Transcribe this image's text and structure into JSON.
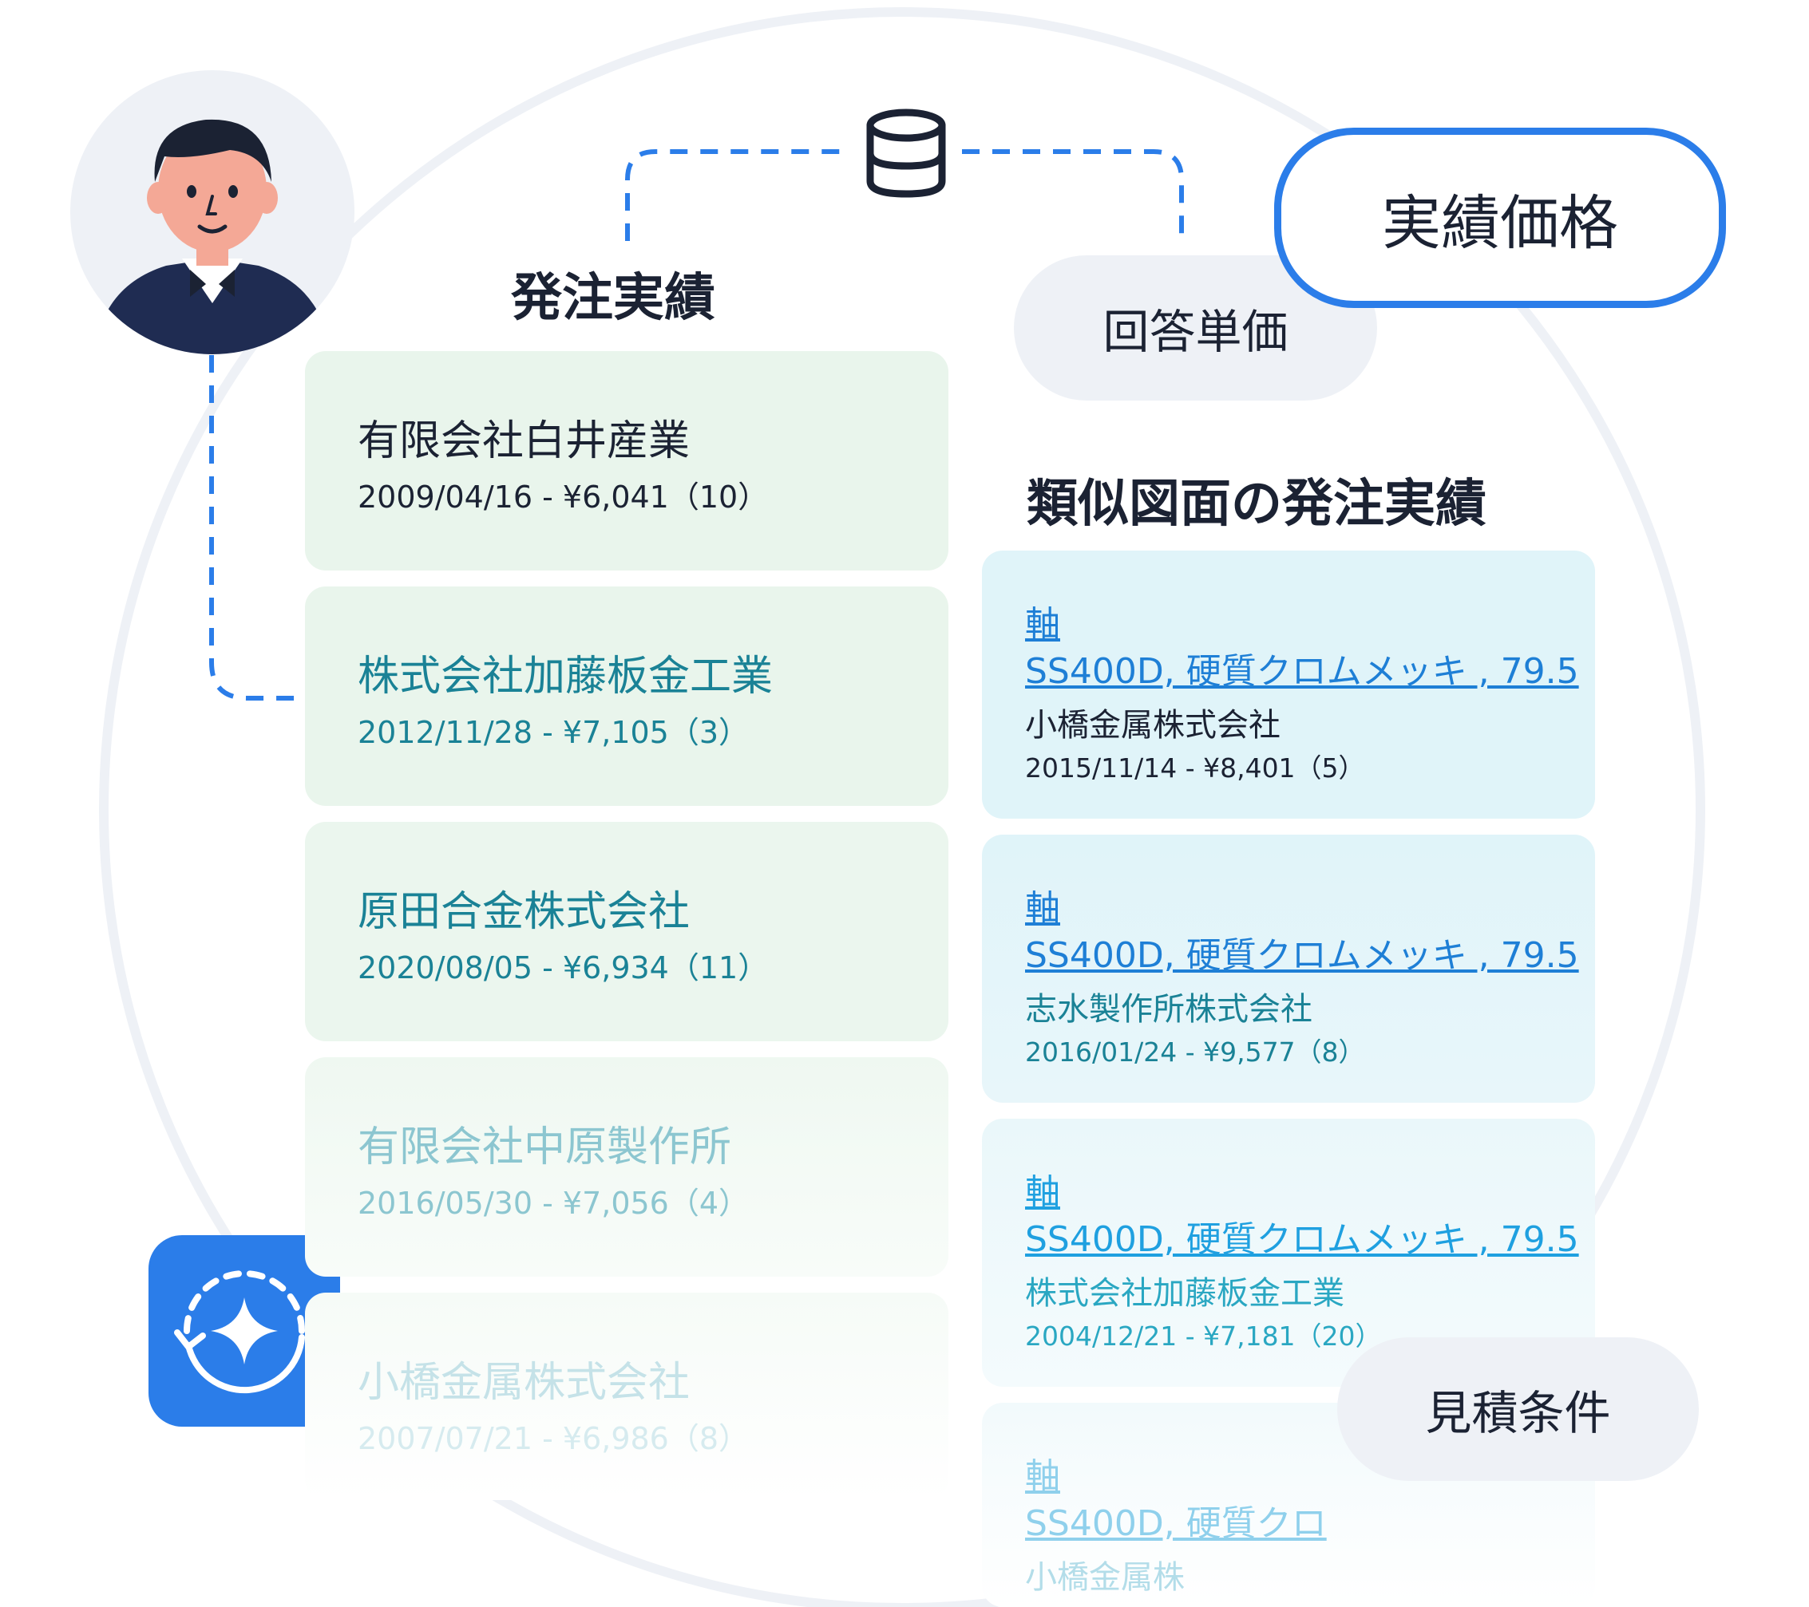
{
  "headings": {
    "orders": "発注実績",
    "similar": "類似図面の発注実績"
  },
  "pills": {
    "actual_price": "実績価格",
    "answer_price": "回答単価",
    "conditions": "見積条件"
  },
  "orders": [
    {
      "company": "有限会社白井産業",
      "detail": "2009/04/16 - ¥6,041（10）"
    },
    {
      "company": "株式会社加藤板金工業",
      "detail": "2012/11/28 - ¥7,105（3）"
    },
    {
      "company": "原田合金株式会社",
      "detail": "2020/08/05 - ¥6,934（11）"
    },
    {
      "company": "有限会社中原製作所",
      "detail": "2016/05/30 - ¥7,056（4）"
    },
    {
      "company": "小橋金属株式会社",
      "detail": "2007/07/21 - ¥6,986（8）"
    }
  ],
  "similar": [
    {
      "name": "軸",
      "spec": "SS400D, 硬質クロムメッキ , 79.5",
      "company": "小橋金属株式会社",
      "detail": "2015/11/14 - ¥8,401（5）"
    },
    {
      "name": "軸",
      "spec": "SS400D, 硬質クロムメッキ , 79.5",
      "company": "志水製作所株式会社",
      "detail": "2016/01/24 - ¥9,577（8）"
    },
    {
      "name": "軸",
      "spec": "SS400D, 硬質クロムメッキ , 79.5",
      "company": "株式会社加藤板金工業",
      "detail": "2004/12/21 - ¥7,181（20）"
    },
    {
      "name": "軸",
      "spec": "SS400D, 硬質クロ",
      "company": "小橋金属株",
      "detail": ""
    }
  ],
  "icons": {
    "avatar": "person-avatar",
    "database": "database-icon",
    "app": "sparkle-refresh-icon"
  },
  "colors": {
    "accent_blue": "#2b7de9",
    "order_text_dark": "#1b2233",
    "order_text_teal": "#1a8296",
    "link_blue": "#1e7fd6",
    "pill_bg": "#eef1f6"
  }
}
